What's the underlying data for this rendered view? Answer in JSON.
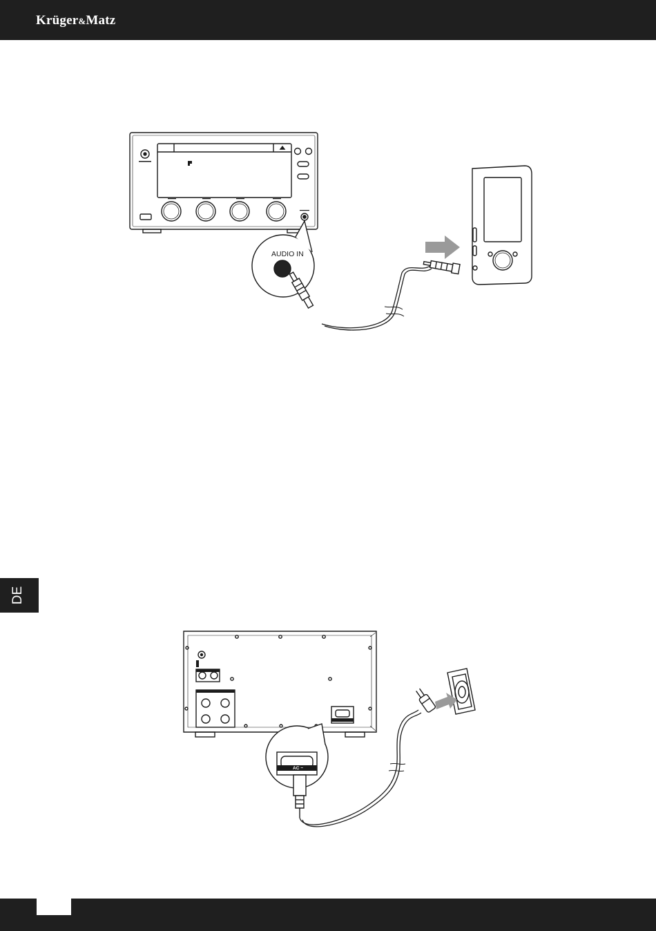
{
  "header": {
    "brand_main": "Krüger",
    "brand_amp": "&",
    "brand_tail": "Matz"
  },
  "side_tab": {
    "language": "DE"
  },
  "figure_audio_in": {
    "jack_label": "AUDIO IN"
  },
  "figure_power": {
    "socket_label": "AC ~"
  },
  "colors": {
    "bar": "#1f1f1f",
    "arrow": "#9a9a9a",
    "line": "#1a1a1a"
  }
}
